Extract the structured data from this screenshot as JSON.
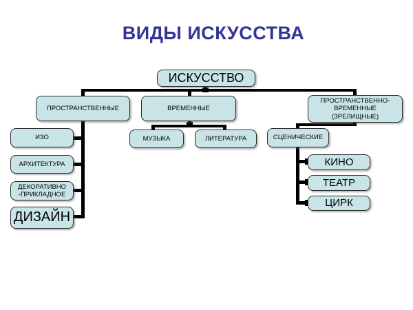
{
  "slide": {
    "title": "ВИДЫ ИСКУССТВА"
  },
  "colors": {
    "background": "#FFFFFF",
    "title_text": "#333399",
    "node_fill": "#C8E4E6",
    "node_border": "#2B2B2B",
    "node_text": "#000000",
    "connector": "#000000"
  },
  "nodes": {
    "root": "ИСКУССТВО",
    "spatial": "ПРОСТРАНСТВЕННЫЕ",
    "izo": "ИЗО",
    "architecture": "АРХИТЕКТУРА",
    "decorative_line1": "ДЕКОРАТИВНО",
    "decorative_line2": "-ПРИКЛАДНОЕ",
    "design": "ДИЗАЙН",
    "temporal": "ВРЕМЕННЫЕ",
    "music": "МУЗЫКА",
    "literature": "ЛИТЕРАТУРА",
    "spatiotemporal_line1": "ПРОСТРАНСТВЕННО-",
    "spatiotemporal_line2": "ВРЕМЕННЫЕ",
    "spatiotemporal_line3": "(ЗРЕЛИЩНЫЕ)",
    "scenic": "СЦЕНИЧЕСКИЕ",
    "cinema": "КИНО",
    "theater": "ТЕАТР",
    "circus": "ЦИРК"
  },
  "structure": {
    "root": "ИСКУССТВО",
    "branches": [
      {
        "label": "ПРОСТРАНСТВЕННЫЕ",
        "children": [
          "ИЗО",
          "АРХИТЕКТУРА",
          "ДЕКОРАТИВНО -ПРИКЛАДНОЕ",
          "ДИЗАЙН"
        ]
      },
      {
        "label": "ВРЕМЕННЫЕ",
        "children": [
          "МУЗЫКА",
          "ЛИТЕРАТУРА"
        ]
      },
      {
        "label": "ПРОСТРАНСТВЕННО-ВРЕМЕННЫЕ (ЗРЕЛИЩНЫЕ)",
        "children": [
          {
            "label": "СЦЕНИЧЕСКИЕ",
            "children": [
              "КИНО",
              "ТЕАТР",
              "ЦИРК"
            ]
          }
        ]
      }
    ]
  }
}
